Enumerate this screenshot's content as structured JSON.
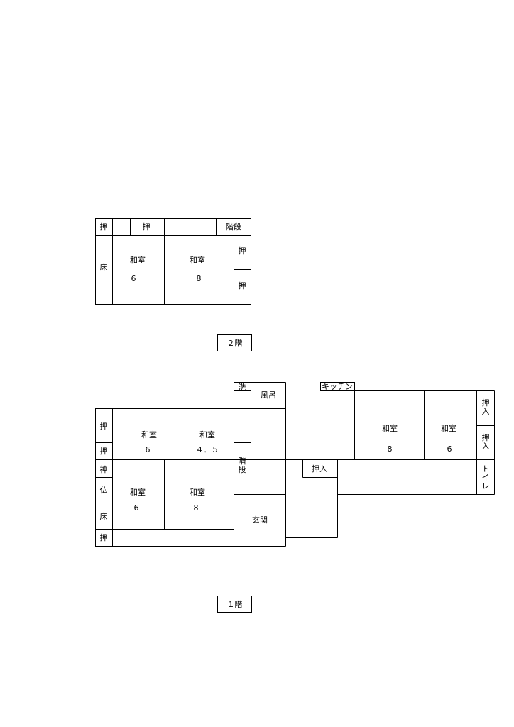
{
  "floor2": {
    "oshi_a": "押",
    "oshi_b": "押",
    "stairs": "階段",
    "toko": "床",
    "washitsu_left": "和室",
    "washitsu_left_size": "6",
    "washitsu_right": "和室",
    "washitsu_right_size": "8",
    "oshi_side_top": "押",
    "oshi_side_bottom": "押",
    "floor_label": "２階"
  },
  "floor1": {
    "sen": "洗",
    "furo": "風呂",
    "kitchen": "キッチン",
    "oshiire_a": "押\n入",
    "oshiire_b": "押\n入",
    "toilet": "ト\nイ\nレ",
    "washitsu_ne": "和室",
    "washitsu_ne_size": "8",
    "washitsu_nee": "和室",
    "washitsu_nee_size": "6",
    "washitsu_w1": "和室",
    "washitsu_w1_size": "6",
    "washitsu_w2": "和室",
    "washitsu_w2_size": "４．５",
    "oshi_1": "押",
    "oshi_2": "押",
    "kami": "神",
    "butsu": "仏",
    "toko": "床",
    "oshi_3": "押",
    "washitsu_sw1": "和室",
    "washitsu_sw1_size": "6",
    "washitsu_sw2": "和室",
    "washitsu_sw2_size": "8",
    "stairs": "階\n段",
    "oshiire_c": "押入",
    "genkan": "玄関",
    "floor_label": "１階"
  }
}
